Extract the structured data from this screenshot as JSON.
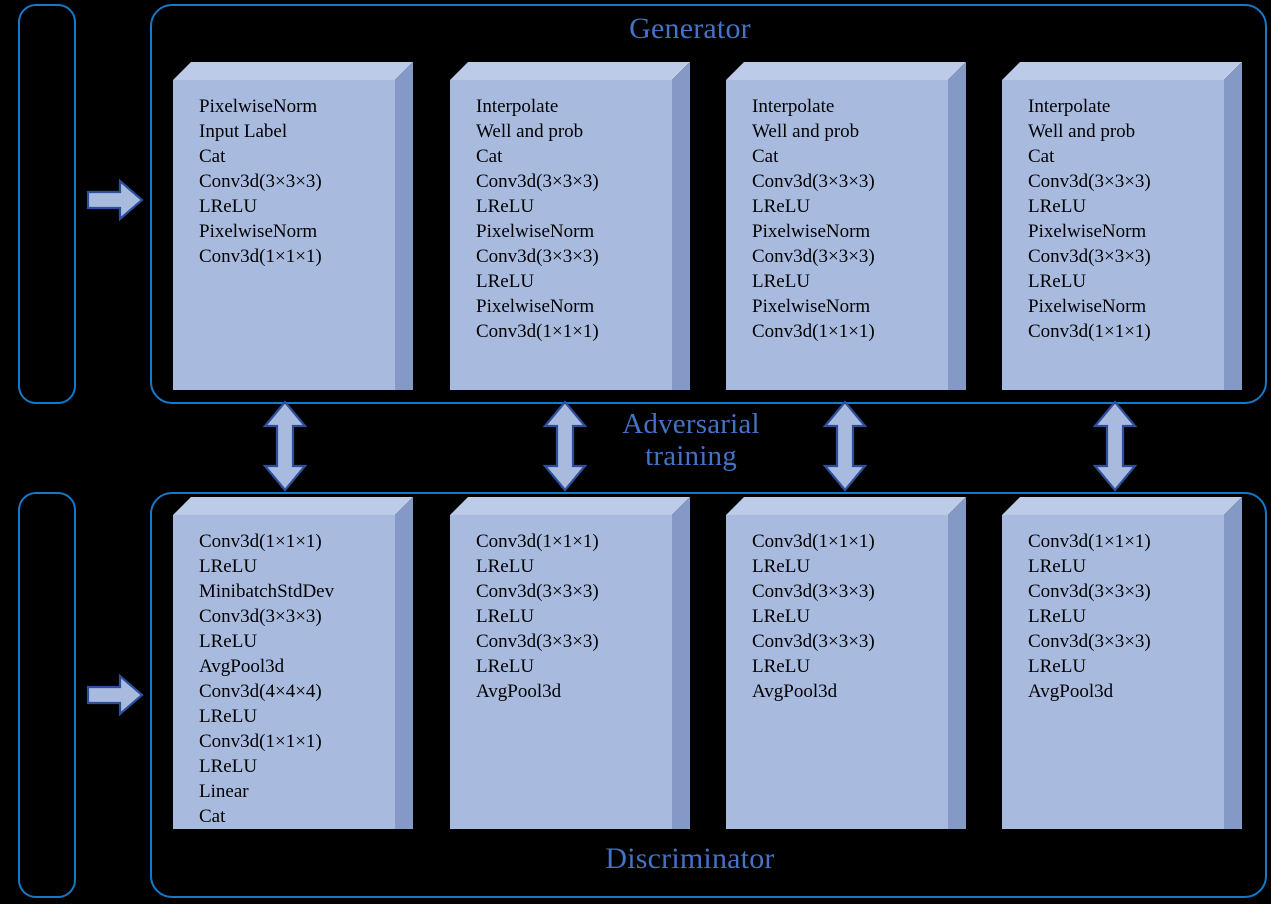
{
  "figure": {
    "background_color": "#000000",
    "accent_border_color": "#1479c9",
    "title_color": "#4472c4",
    "block_face_color": "#a8bade",
    "block_top_color": "#bccbe8",
    "block_side_color": "#8599c6",
    "arrow_fill_color": "#a8bade",
    "arrow_stroke_color": "#2d4f9e"
  },
  "generator": {
    "title": "Generator",
    "input_arrow_label": "input-arrow",
    "blocks": [
      {
        "name": "generator-block-1",
        "layers": [
          "PixelwiseNorm",
          "Input Label",
          "Cat",
          "Conv3d(3×3×3)",
          "LReLU",
          "PixelwiseNorm",
          "Conv3d(1×1×1)"
        ]
      },
      {
        "name": "generator-block-2",
        "layers": [
          "Interpolate",
          "Well and prob",
          "Cat",
          "Conv3d(3×3×3)",
          "LReLU",
          "PixelwiseNorm",
          "Conv3d(3×3×3)",
          "LReLU",
          "PixelwiseNorm",
          "Conv3d(1×1×1)"
        ]
      },
      {
        "name": "generator-block-3",
        "layers": [
          "Interpolate",
          "Well and prob",
          "Cat",
          "Conv3d(3×3×3)",
          "LReLU",
          "PixelwiseNorm",
          "Conv3d(3×3×3)",
          "LReLU",
          "PixelwiseNorm",
          "Conv3d(1×1×1)"
        ]
      },
      {
        "name": "generator-block-4",
        "layers": [
          "Interpolate",
          "Well and prob",
          "Cat",
          "Conv3d(3×3×3)",
          "LReLU",
          "PixelwiseNorm",
          "Conv3d(3×3×3)",
          "LReLU",
          "PixelwiseNorm",
          "Conv3d(1×1×1)"
        ]
      }
    ]
  },
  "middle": {
    "label": "Adversarial\ntraining",
    "arrow_count": 4
  },
  "discriminator": {
    "title": "Discriminator",
    "blocks": [
      {
        "name": "discriminator-block-1",
        "layers": [
          "Conv3d(1×1×1)",
          "LReLU",
          "MinibatchStdDev",
          "Conv3d(3×3×3)",
          "LReLU",
          "AvgPool3d",
          "Conv3d(4×4×4)",
          "LReLU",
          "Conv3d(1×1×1)",
          "LReLU",
          "Linear",
          "Cat"
        ]
      },
      {
        "name": "discriminator-block-2",
        "layers": [
          "Conv3d(1×1×1)",
          "LReLU",
          "Conv3d(3×3×3)",
          "LReLU",
          "Conv3d(3×3×3)",
          "LReLU",
          "AvgPool3d"
        ]
      },
      {
        "name": "discriminator-block-3",
        "layers": [
          "Conv3d(1×1×1)",
          "LReLU",
          "Conv3d(3×3×3)",
          "LReLU",
          "Conv3d(3×3×3)",
          "LReLU",
          "AvgPool3d"
        ]
      },
      {
        "name": "discriminator-block-4",
        "layers": [
          "Conv3d(1×1×1)",
          "LReLU",
          "Conv3d(3×3×3)",
          "LReLU",
          "Conv3d(3×3×3)",
          "LReLU",
          "AvgPool3d"
        ]
      }
    ]
  }
}
